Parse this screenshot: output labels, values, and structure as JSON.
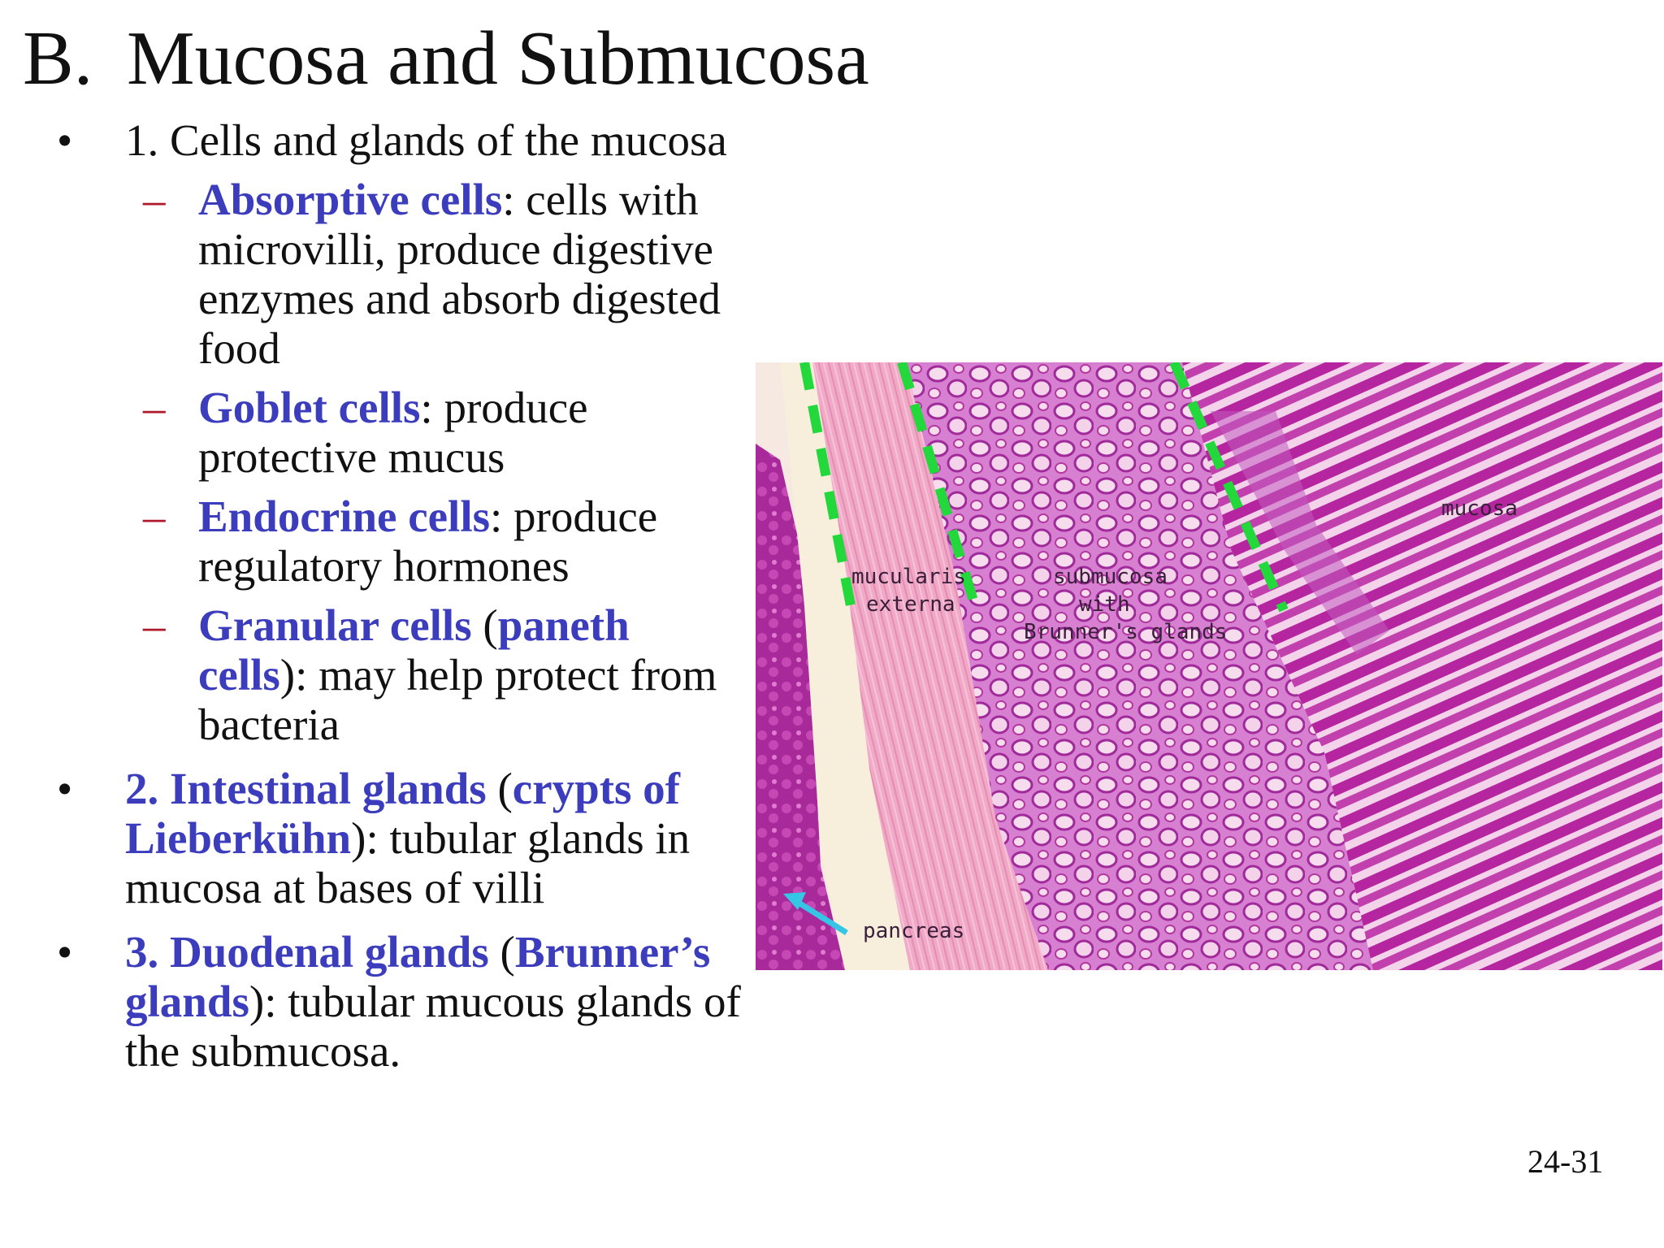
{
  "slide": {
    "title_number": "B.",
    "title_text": "Mucosa and Submucosa",
    "page_number": "24-31"
  },
  "content": {
    "item1": {
      "bullet": "•",
      "text": "1.  Cells and glands of the mucosa",
      "subitems": [
        {
          "dash": "–",
          "term": "Absorptive cells",
          "rest": ": cells with microvilli, produce digestive enzymes and absorb digested food"
        },
        {
          "dash": "–",
          "term": "Goblet cells",
          "rest": ": produce protective mucus"
        },
        {
          "dash": "–",
          "term": "Endocrine cells",
          "rest": ": produce regulatory hormones"
        },
        {
          "dash": "–",
          "term": "Granular cells",
          "open": " (",
          "term2": "paneth cells",
          "rest": "): may help protect from bacteria"
        }
      ]
    },
    "item2": {
      "bullet": "•",
      "term": "2.  Intestinal glands",
      "open": " (",
      "term2": "crypts of Lieberkühn",
      "rest": "): tubular glands in mucosa at bases of villi"
    },
    "item3": {
      "bullet": "•",
      "term": "3.  Duodenal glands",
      "open": " (",
      "term2": "Brunner’s glands",
      "rest": "): tubular mucous glands of the submucosa."
    }
  },
  "figure": {
    "labels": {
      "muscularis_line1": "mucularis",
      "muscularis_line2": "externa",
      "submucosa_line1": "submucosa",
      "submucosa_line2": "with",
      "submucosa_line3": "Brunner's glands",
      "mucosa": "mucosa",
      "pancreas": "pancreas"
    },
    "colors": {
      "boundary_dash": "#22d83a",
      "arrow": "#35c6e6",
      "tissue_dark": "#b0249f",
      "tissue_light": "#f3b7d3"
    }
  }
}
